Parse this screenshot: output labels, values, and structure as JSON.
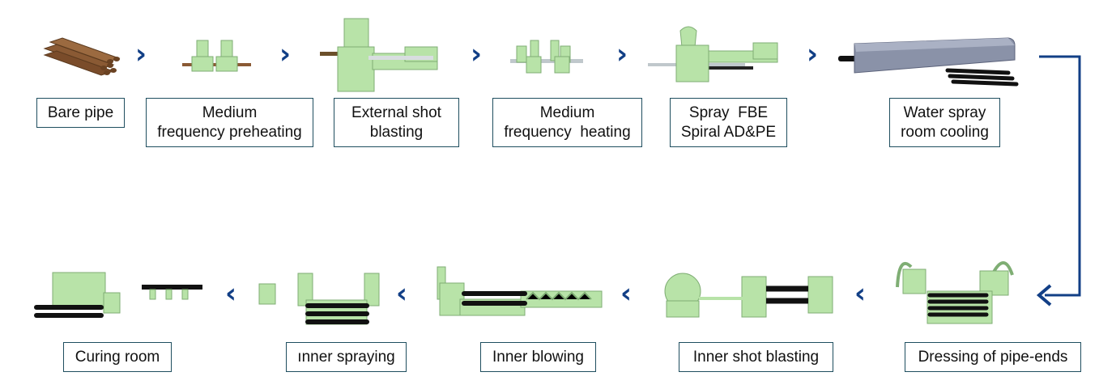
{
  "steps_top": [
    {
      "id": "bare-pipe",
      "lines": [
        "Bare pipe"
      ]
    },
    {
      "id": "mf-preheating",
      "lines": [
        "Medium",
        "frequency preheating"
      ]
    },
    {
      "id": "external-shot-blasting",
      "lines": [
        "External shot",
        "blasting"
      ]
    },
    {
      "id": "mf-heating",
      "lines": [
        "Medium",
        "frequency  heating"
      ]
    },
    {
      "id": "spray-fbe",
      "lines": [
        "Spray  FBE",
        "Spiral AD&PE"
      ]
    },
    {
      "id": "water-spray",
      "lines": [
        "Water spray",
        "room cooling"
      ]
    }
  ],
  "steps_bottom": [
    {
      "id": "curing-room",
      "lines": [
        "Curing room"
      ]
    },
    {
      "id": "inner-spraying",
      "lines": [
        "ınner spraying"
      ]
    },
    {
      "id": "inner-blowing",
      "lines": [
        "Inner blowing"
      ]
    },
    {
      "id": "inner-shot-blasting",
      "lines": [
        "Inner shot blasting"
      ]
    },
    {
      "id": "dressing-pipe-ends",
      "lines": [
        "Dressing of pipe-ends"
      ]
    }
  ],
  "arrows": {
    "forward": "›",
    "backward": "‹"
  },
  "colors": {
    "machine": "#b8e3a8",
    "machine_dark": "#7fae74",
    "arrow": "#123f86",
    "border": "#1f4e5f",
    "pipe": "#1a1a1a",
    "bare_pipe": "#8a5a34"
  }
}
